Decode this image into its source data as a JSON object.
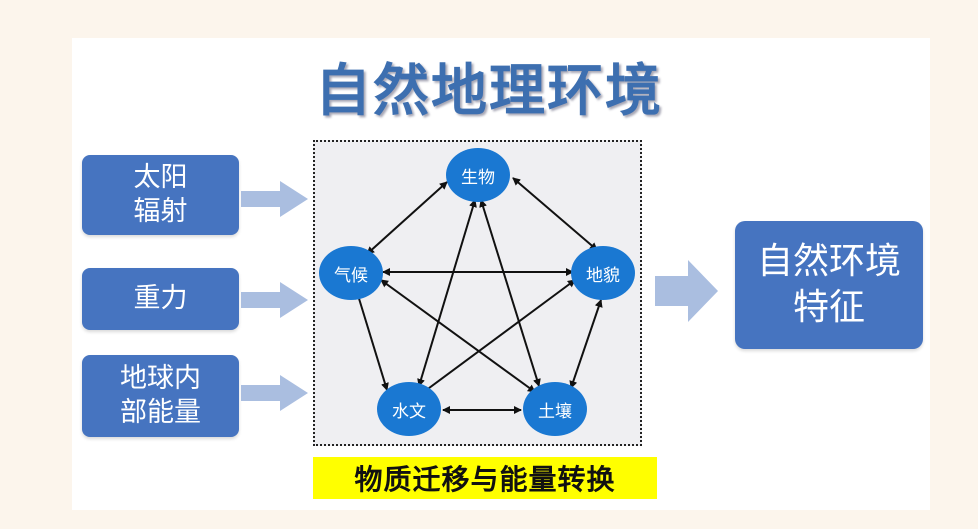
{
  "title": "自然地理环境",
  "factors": [
    "太阳\n辐射",
    "重力",
    "地球内\n部能量"
  ],
  "nodes": {
    "bio": "生物",
    "climate": "气候",
    "terrain": "地貌",
    "water": "水文",
    "soil": "土壤"
  },
  "result": "自然环境\n特征",
  "caption": "物质迁移与能量转换",
  "colors": {
    "box": "#4674c0",
    "node": "#1a78d2",
    "arrow": "#aabee0",
    "highlight": "#ffff00",
    "title": "#3d6fb0"
  }
}
